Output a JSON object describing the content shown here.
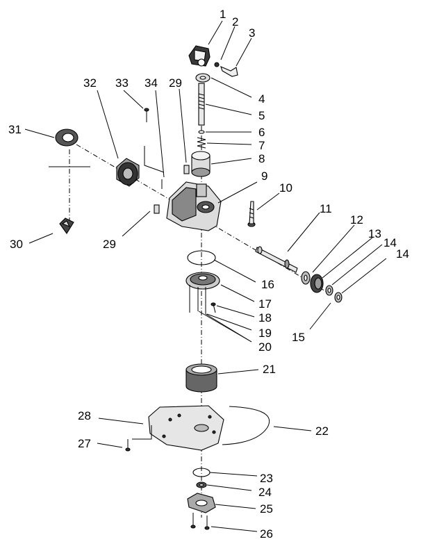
{
  "labels": {
    "1": "1",
    "2": "2",
    "3": "3",
    "4": "4",
    "5": "5",
    "6": "6",
    "7": "7",
    "8": "8",
    "9": "9",
    "10": "10",
    "11": "11",
    "12": "12",
    "13": "13",
    "14a": "14",
    "14b": "14",
    "15": "15",
    "16": "16",
    "17": "17",
    "18": "18",
    "19": "19",
    "20": "20",
    "21": "21",
    "22": "22",
    "23": "23",
    "24": "24",
    "25": "25",
    "26": "26",
    "27": "27",
    "28": "28",
    "29a": "29",
    "29b": "29",
    "30": "30",
    "31": "31",
    "32": "32",
    "33": "33",
    "34": "34"
  }
}
